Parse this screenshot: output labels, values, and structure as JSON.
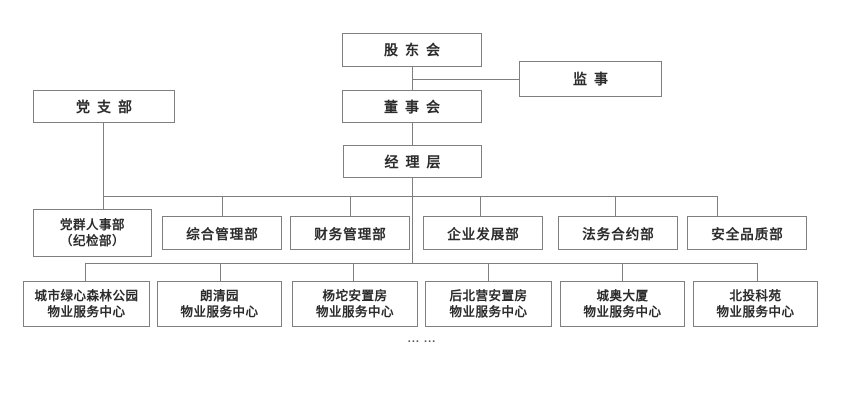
{
  "diagram": {
    "type": "org-chart",
    "colors": {
      "border": "#7f7f7f",
      "line": "#7f7f7f",
      "text": "#2b2b2b",
      "background": "#ffffff"
    },
    "nodes": {
      "shareholders": {
        "label": "股东会"
      },
      "supervisor": {
        "label": "监事"
      },
      "party_branch": {
        "label": "党支部"
      },
      "board": {
        "label": "董事会"
      },
      "management": {
        "label": "经理层"
      },
      "depts": [
        {
          "line1": "党群人事部",
          "line2": "（纪检部）"
        },
        {
          "line1": "综合管理部"
        },
        {
          "line1": "财务管理部"
        },
        {
          "line1": "企业发展部"
        },
        {
          "line1": "法务合约部"
        },
        {
          "line1": "安全品质部"
        }
      ],
      "centers": [
        {
          "line1": "城市绿心森林公园",
          "line2": "物业服务中心"
        },
        {
          "line1": "朗清园",
          "line2": "物业服务中心"
        },
        {
          "line1": "杨坨安置房",
          "line2": "物业服务中心"
        },
        {
          "line1": "后北营安置房",
          "line2": "物业服务中心"
        },
        {
          "line1": "城奥大厦",
          "line2": "物业服务中心"
        },
        {
          "line1": "北投科苑",
          "line2": "物业服务中心"
        }
      ]
    },
    "ellipsis": "... ..."
  }
}
